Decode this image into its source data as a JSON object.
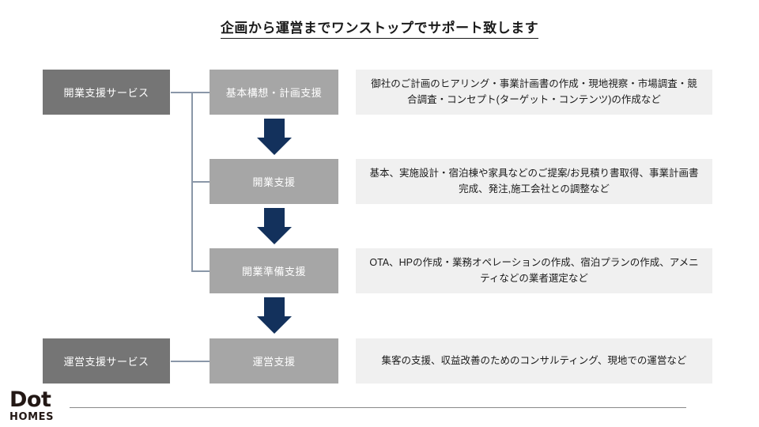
{
  "slide": {
    "title": "企画から運営までワンストップでサポート致します",
    "background_color": "#ffffff"
  },
  "colors": {
    "category_box": "#757575",
    "stage_box": "#a6a6a6",
    "description_box": "#f0f0f0",
    "arrow": "#13315c",
    "connector_line": "#8a97a8",
    "title_text": "#1a1a1a",
    "logo_text": "#231815"
  },
  "categories": [
    {
      "label": "開業支援サービス"
    },
    {
      "label": "運営支援サービス"
    }
  ],
  "rows": [
    {
      "stage": "基本構想・計画支援",
      "description": "御社のご計画のヒアリング・事業計画書の作成・現地視察・市場調査・競合調査・コンセプト(ターゲット・コンテンツ)の作成など"
    },
    {
      "stage": "開業支援",
      "description": "基本、実施設計・宿泊棟や家具などのご提案/お見積り書取得、事業計画書完成、発注,施工会社との調整など"
    },
    {
      "stage": "開業準備支援",
      "description": "OTA、HPの作成・業務オペレーションの作成、宿泊プランの作成、アメニティなどの業者選定など"
    },
    {
      "stage": "運営支援",
      "description": "集客の支援、収益改善のためのコンサルティング、現地での運営など"
    }
  ],
  "arrows": [
    {
      "name": "arrow-row1-to-row2",
      "direction": "down"
    },
    {
      "name": "arrow-row2-to-row3",
      "direction": "down"
    },
    {
      "name": "arrow-row3-to-row4",
      "direction": "down"
    }
  ],
  "logo": {
    "main": "Dot",
    "sub": "HOMES"
  }
}
